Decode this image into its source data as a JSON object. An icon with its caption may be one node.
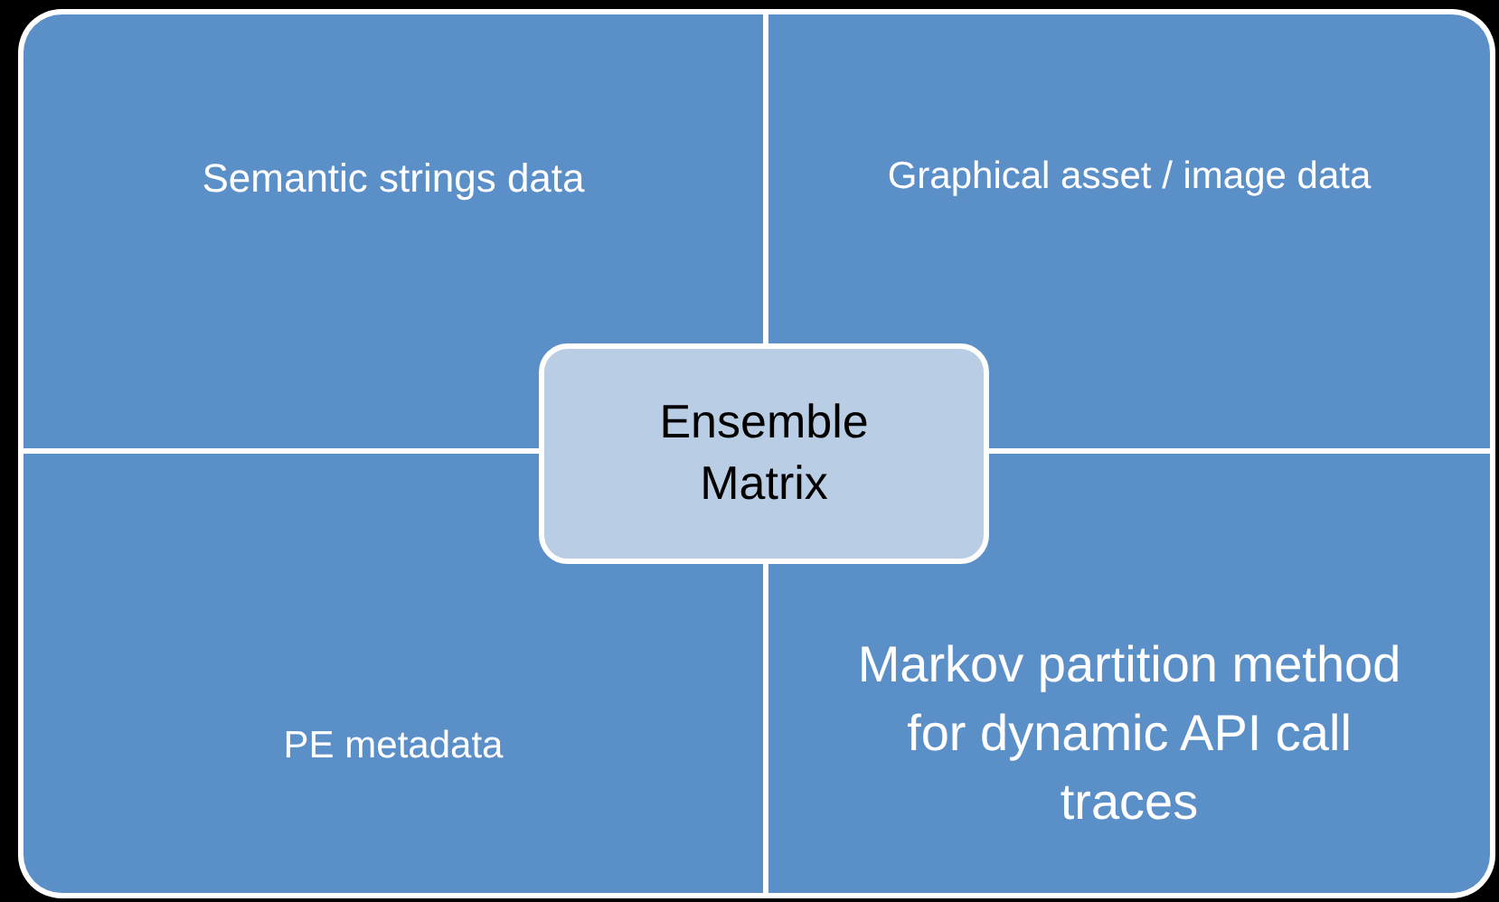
{
  "diagram": {
    "nodes": [
      {
        "text": [
          "Semantic strings data"
        ]
      },
      {
        "text": [
          "Graphical asset / image data"
        ]
      },
      {
        "text": [
          "Ensemble Matrix"
        ]
      },
      {
        "text": [
          "PE metadata"
        ]
      },
      {
        "text": [
          "Markov partition method for dynamic API call traces"
        ]
      }
    ]
  }
}
